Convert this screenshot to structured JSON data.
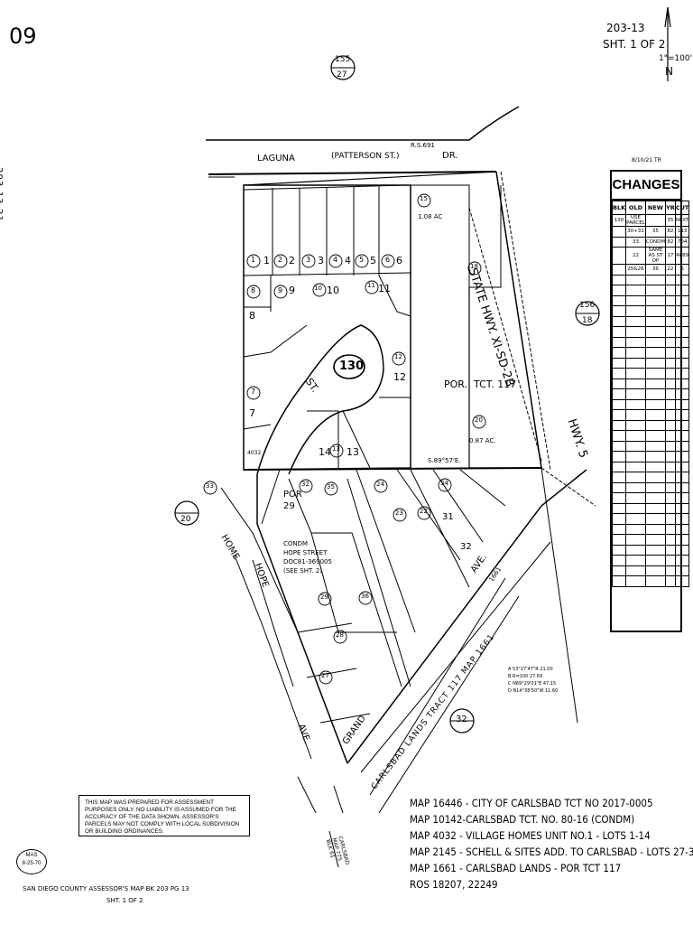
{
  "page_number": "09",
  "book_page": "203-13",
  "sheet": "SHT. 1 OF 2",
  "scale": "1\"=100'",
  "north": "N",
  "side_ref": "203-13-21",
  "changes": {
    "date": "8/10/21 TR",
    "title": "CHANGES",
    "headers": [
      "BLK",
      "OLD",
      "NEW",
      "YR",
      "CUT"
    ],
    "rows": [
      [
        "130",
        "USE PARCEL",
        "",
        "35",
        "NEXT"
      ],
      [
        "",
        "30+31",
        "35",
        "82",
        "113"
      ],
      [
        "",
        "33",
        "CONDM",
        "82",
        "704"
      ],
      [
        "",
        "22",
        "SAME AS ST OP",
        "17",
        "4689"
      ],
      [
        "",
        "25&26",
        "36",
        "22",
        "6"
      ]
    ],
    "empty_rows": 30
  },
  "streets": {
    "laguna": "LAGUNA",
    "patterson": "(PATTERSON ST.)",
    "rs": "R.S.691",
    "dr": "DR.",
    "state_hwy": "STATE HWY. XI-SD-2B",
    "hwy5": "HWY. 5",
    "st": "ST.",
    "home": "HOME",
    "hope": "HOPE",
    "ave": "AVE.",
    "grand": "GRAND",
    "ave2": "AVE.",
    "carlsbad_lands": "CARLSBAD LANDS TRACT 117 MAP 1661",
    "carlsbad_blk": "CARLSBAD MAP 775 BLK 61"
  },
  "circles": {
    "top": [
      "155",
      "27"
    ],
    "right": [
      "156",
      "18"
    ],
    "left": [
      "20"
    ],
    "bottom": [
      "32"
    ],
    "block": "130"
  },
  "parcels": {
    "p1": "1",
    "p2": "2",
    "p3": "3",
    "p4": "4",
    "p5": "5",
    "p6": "6",
    "p7": "7",
    "p8": "8",
    "p9": "9",
    "p10": "10",
    "p11": "11",
    "p12": "12",
    "p13": "13",
    "p14": "14",
    "p15": "15",
    "p18": "18",
    "p20": "20",
    "p22": "22",
    "p23": "23",
    "p24": "24",
    "p27": "27",
    "p28": "28",
    "p29": "29",
    "p31": "31",
    "p32": "32",
    "p33": "33",
    "p34": "34",
    "p35": "35",
    "p36": "36"
  },
  "labels": {
    "acres_15": "1.08 AC",
    "acres_20": "0.87 AC.",
    "por_tct": "POR.  TCT. 117",
    "por29": "POR 29",
    "bearing": "S.89°57'E.",
    "condm": "CONDM",
    "hope_street": "HOPE STREET",
    "doc": "DOC81-369005",
    "see_sht": "(SEE SHT. 2)",
    "num_1661": "1661",
    "num_4032": "4032"
  },
  "curve_notes": [
    "A  53°27'47\"R  21.00",
    "B  R=100  27.69",
    "C  N69°29'01\"E  47.15",
    "D  N14°38'50\"W  11.60"
  ],
  "disclaimer": "THIS MAP WAS PREPARED FOR ASSESSMENT PURPOSES ONLY. NO LIABILITY IS ASSUMED FOR THE ACCURACY OF THE DATA SHOWN. ASSESSOR'S PARCELS MAY NOT COMPLY WITH LOCAL SUBDIVISION OR BUILDING ORDINANCES.",
  "map_refs": [
    "MAP 16446 - CITY OF CARLSBAD TCT NO 2017-0005",
    "MAP 10142-CARLSBAD TCT. NO. 80-16 (CONDM)",
    "MAP 4032 - VILLAGE HOMES UNIT NO.1 - LOTS 1-14",
    "MAP 2145 - SCHELL & SITES ADD. TO CARLSBAD - LOTS 27-32",
    "MAP 1661 - CARLSBAD LANDS - POR TCT 117",
    "ROS 18207, 22249"
  ],
  "stamp": [
    "MAS",
    "8-25-70"
  ],
  "footer": "SAN DIEGO COUNTY ASSESSOR'S MAP BK 203 PG 13",
  "footer_sheet": "SHT. 1 OF 2"
}
